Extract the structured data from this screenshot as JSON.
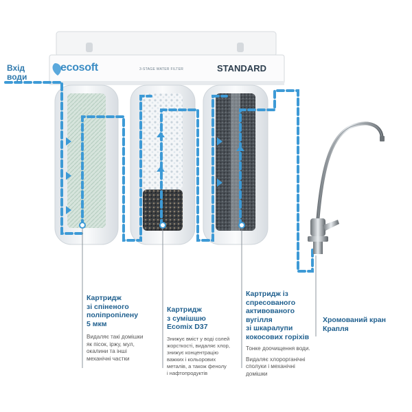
{
  "diagram": {
    "inlet_label": [
      "Вхід",
      "води"
    ],
    "brand": "ecosoft",
    "product_subtitle": "3-STAGE WATER FILTER",
    "model": "STANDARD",
    "cartridges": [
      {
        "title": [
          "Картридж",
          "зі спіненого",
          "поліпропілену",
          "5 мкм"
        ],
        "description": [
          "Видаляє такі домішки",
          "як пісок, іржу, мул,",
          "окалини та інші",
          "механічні частки"
        ]
      },
      {
        "title": [
          "Картридж",
          "з сумішшю",
          "Ecomix D37"
        ],
        "description": [
          "Знижує вміст у воді солей",
          "жорсткості, видаляє хлор,",
          "знижує концентрацію",
          "важких і кольорових",
          "металів, а також фенолу",
          "і нафтопродуктів"
        ]
      },
      {
        "title": [
          "Картридж із",
          "спресованого",
          "активованого вугілля",
          "зі шкаралупи",
          "кокосових горіхів"
        ],
        "description": [
          "Тонке доочищення води.",
          "",
          "Видаляє хлорорганічні",
          "сполуки і механічні",
          "домішки"
        ]
      }
    ],
    "faucet": {
      "title": [
        "Хромований кран",
        "Крапля"
      ]
    },
    "colors": {
      "flow": "#3d9ad6",
      "title_text": "#1f5f8e",
      "housing": "#eef1f4",
      "bracket": "#f7f7f7"
    }
  }
}
